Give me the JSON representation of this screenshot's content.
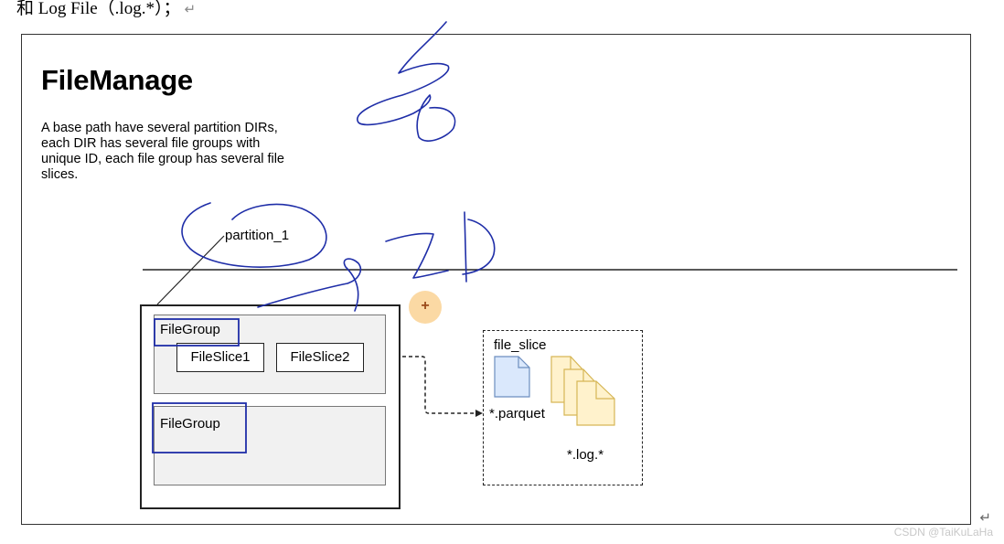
{
  "document": {
    "top_text": "和 Log File（.log.*）；",
    "return_mark": "↵"
  },
  "diagram": {
    "title": "FileManage",
    "description": "A base path have several partition DIRs, each DIR has several file groups with unique ID, each file group has several file slices.",
    "partition_label": "partition_1",
    "file_group_1": {
      "label": "FileGroup",
      "slices": [
        "FileSlice1",
        "FileSlice2"
      ]
    },
    "file_group_2": {
      "label": "FileGroup"
    },
    "file_slice": {
      "label": "file_slice",
      "parquet_label": "*.parquet",
      "log_label": "*.log.*"
    },
    "add_button": "+"
  },
  "watermark": "CSDN @TaiKuLaHa",
  "colors": {
    "annotation": "#1f2ea8",
    "parquet_fill": "#dae8fc",
    "parquet_stroke": "#6c8ebf",
    "log_fill": "#fff2cc",
    "log_stroke": "#d6b656"
  }
}
